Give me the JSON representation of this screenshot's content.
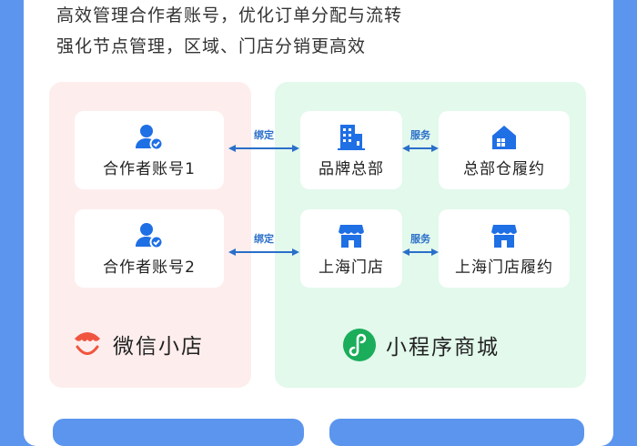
{
  "description": {
    "line1": "高效管理合作者账号，优化订单分配与流转",
    "line2": "强化节点管理，区域、门店分销更高效"
  },
  "left_zone": {
    "brand": "微信小店",
    "brand_icon": "shop-smile-icon",
    "color": "#fdeeed",
    "cards": [
      {
        "label": "合作者账号1",
        "icon": "user-verified-icon"
      },
      {
        "label": "合作者账号2",
        "icon": "user-verified-icon"
      }
    ]
  },
  "right_zone": {
    "brand": "小程序商城",
    "brand_icon": "mini-program-icon",
    "color": "#e2f9ec",
    "cards": [
      {
        "label": "品牌总部",
        "icon": "building-icon"
      },
      {
        "label": "总部仓履约",
        "icon": "warehouse-icon"
      },
      {
        "label": "上海门店",
        "icon": "storefront-icon"
      },
      {
        "label": "上海门店履约",
        "icon": "storefront-icon"
      }
    ]
  },
  "links": {
    "bind1": "绑定",
    "bind2": "绑定",
    "service1": "服务",
    "service2": "服务"
  },
  "colors": {
    "accent": "#1f6fe5",
    "frame": "#5b95ee",
    "link_text": "#2a6fc9",
    "shop_red": "#f0553f",
    "mini_green": "#1aad5a"
  }
}
